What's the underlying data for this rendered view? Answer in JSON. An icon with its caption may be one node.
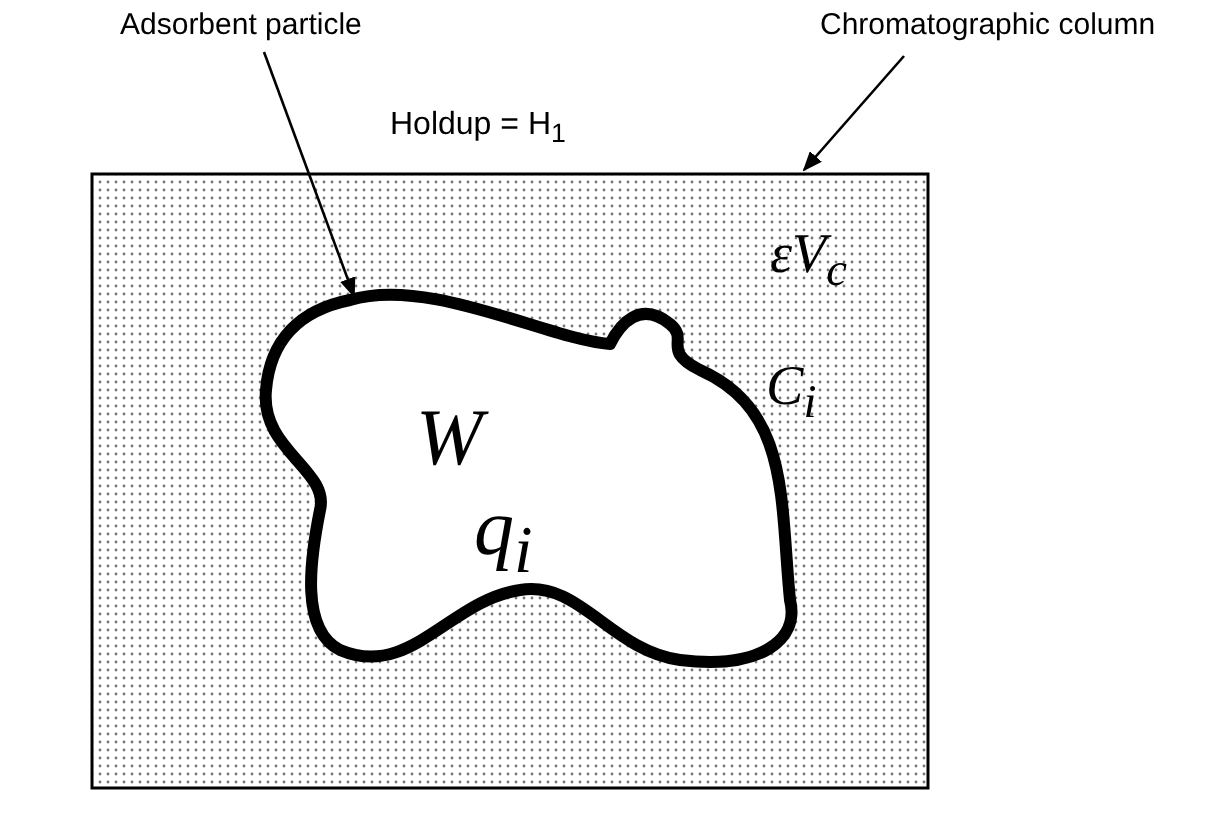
{
  "diagram": {
    "nodes": [
      {
        "text": [
          "Adsorbent particle"
        ]
      },
      {
        "text": [
          "Chromatographic column"
        ]
      },
      {
        "text": [
          "Holdup = H$_{1}$",
          "εV$_{c}$",
          "C$_{i}$"
        ]
      },
      {
        "text": [
          "W",
          "q$_{i}$"
        ],
        "in": 2
      }
    ],
    "edges": [
      {
        "from": 0,
        "to": 3,
        "arrow": "to"
      },
      {
        "from": 1,
        "to": 2,
        "arrow": "to"
      }
    ]
  }
}
